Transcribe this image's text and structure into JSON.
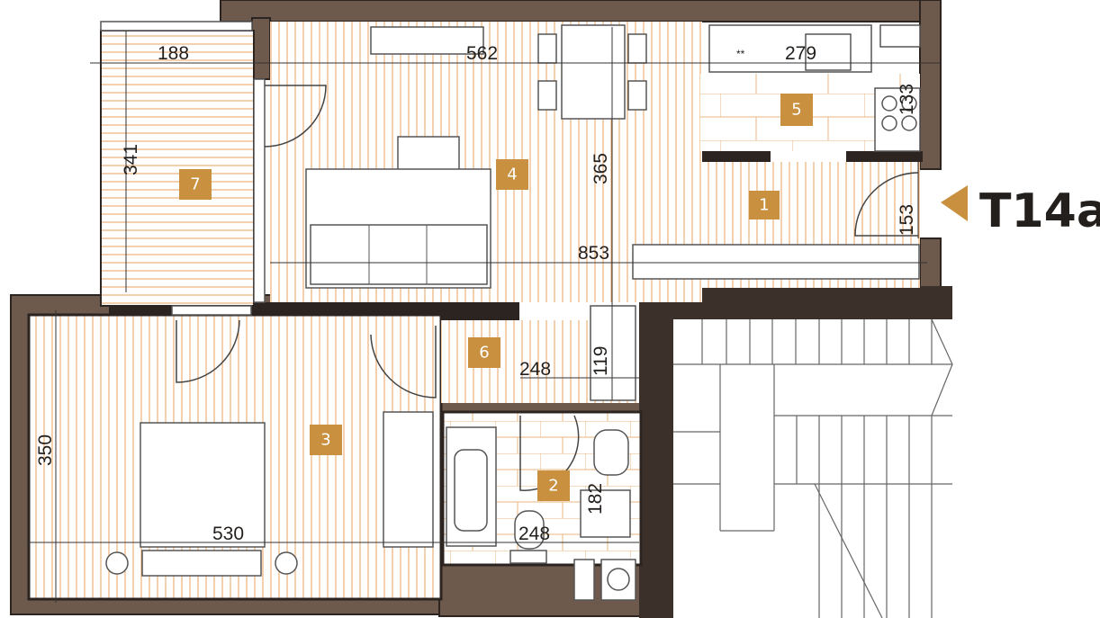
{
  "plan": {
    "unit_label": "T14a",
    "colors": {
      "wall": "#6e5a4c",
      "outline": "#2b2420",
      "floor_line": "#e8a25e",
      "badge": "#c8903f",
      "stair_wall": "#3b302a"
    },
    "rooms": [
      {
        "number": "1"
      },
      {
        "number": "2"
      },
      {
        "number": "3"
      },
      {
        "number": "4"
      },
      {
        "number": "5"
      },
      {
        "number": "6"
      },
      {
        "number": "7"
      }
    ],
    "dimensions": {
      "balcony_width": "188",
      "balcony_length": "341",
      "living_width": "562",
      "living_length": "365",
      "kitchen_width": "279",
      "kitchen_depth": "133",
      "hall_depth": "153",
      "total_width": "853",
      "corridor_width": "248",
      "corridor_depth": "119",
      "bath_width": "248",
      "bath_depth": "182",
      "bedroom_width": "530",
      "bedroom_length": "350"
    },
    "kitchen_mark": "**"
  }
}
